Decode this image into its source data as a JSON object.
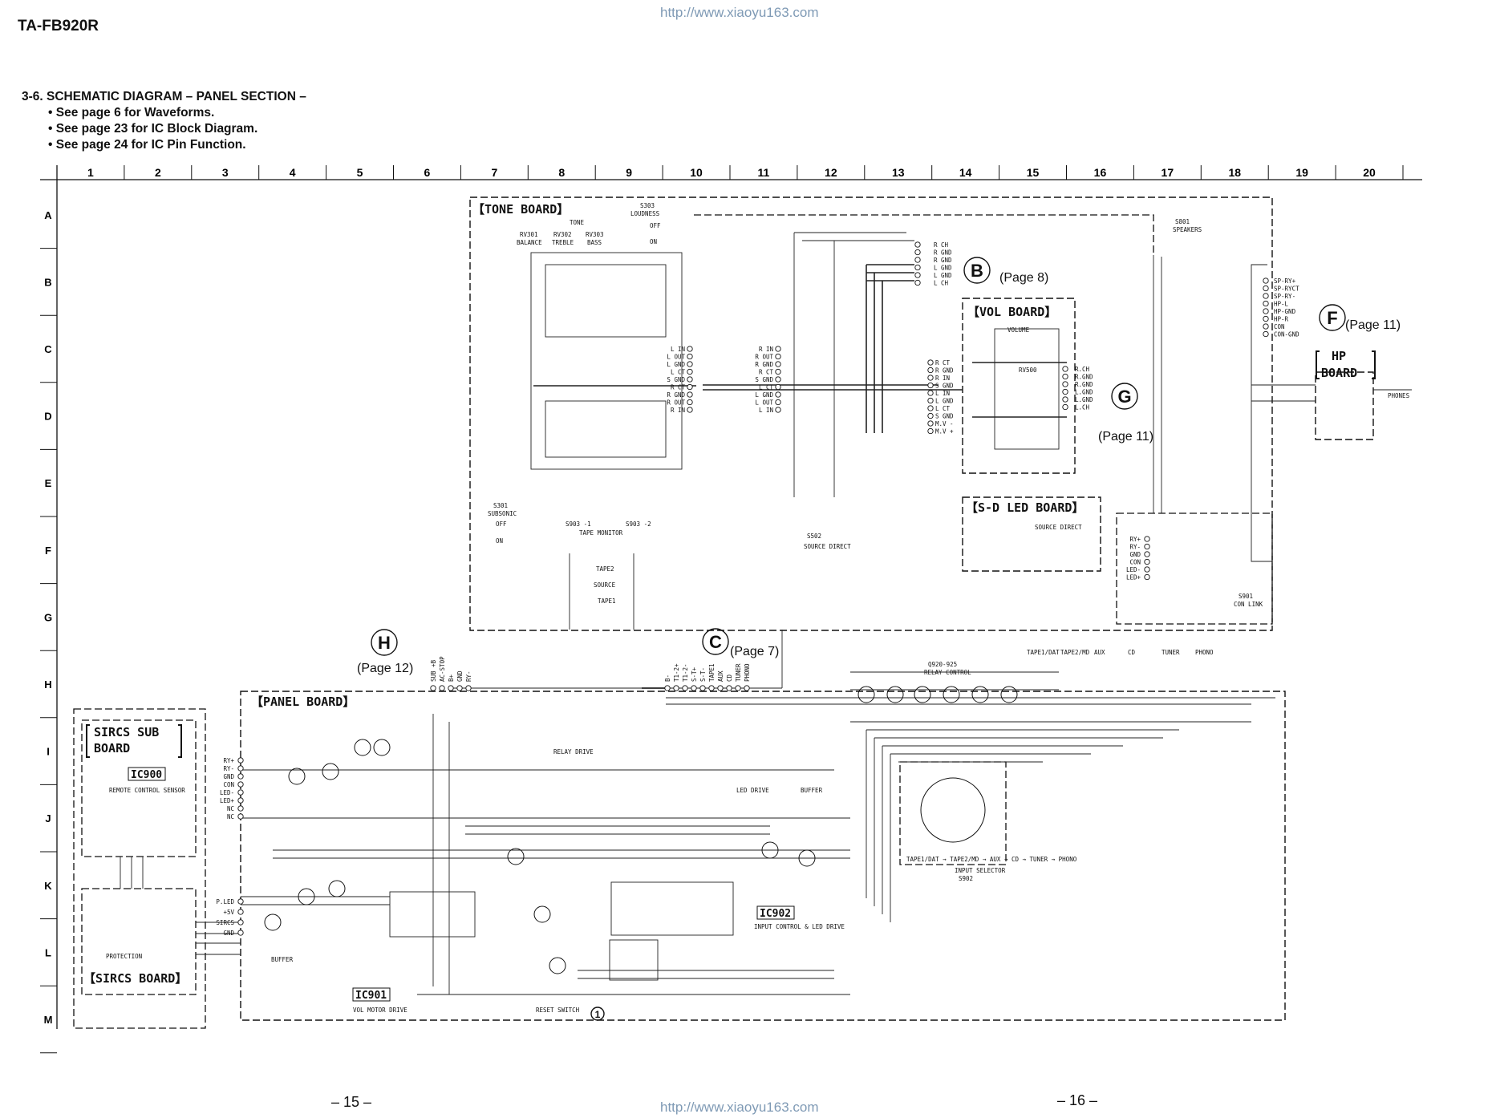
{
  "header": {
    "model": "TA-FB920R"
  },
  "watermark": {
    "url_top": "http://www.xiaoyu163.com",
    "url_bottom": "http://www.xiaoyu163.com"
  },
  "section": {
    "title": "3-6. SCHEMATIC DIAGRAM – PANEL SECTION –",
    "notes": [
      "• See page 6 for Waveforms.",
      "• See page 23 for IC Block Diagram.",
      "• See page 24 for IC Pin Function."
    ]
  },
  "grid": {
    "columns": [
      "1",
      "2",
      "3",
      "4",
      "5",
      "6",
      "7",
      "8",
      "9",
      "10",
      "11",
      "12",
      "13",
      "14",
      "15",
      "16",
      "17",
      "18",
      "19",
      "20"
    ],
    "rows": [
      "A",
      "B",
      "C",
      "D",
      "E",
      "F",
      "G",
      "H",
      "I",
      "J",
      "K",
      "L",
      "M"
    ]
  },
  "boards": {
    "tone": "【TONE BOARD】",
    "vol": "【VOL BOARD】",
    "sd_led": "【S-D LED BOARD】",
    "panel": "【PANEL BOARD】",
    "sircs_sub_1": "SIRCS SUB",
    "sircs_sub_2": "BOARD",
    "sircs": "【SIRCS BOARD】",
    "hp_1": "HP",
    "hp_2": "BOARD"
  },
  "connectors": {
    "B": {
      "letter": "B",
      "page": "(Page 8)"
    },
    "F": {
      "letter": "F",
      "page": "(Page 11)"
    },
    "G": {
      "letter": "G",
      "page": "(Page 11)"
    },
    "C": {
      "letter": "C",
      "page": "(Page 7)"
    },
    "H": {
      "letter": "H",
      "page": "(Page 12)"
    },
    "one": "1"
  },
  "ics": {
    "ic900": "IC900",
    "ic901": "IC901",
    "ic902": "IC902"
  },
  "labels": {
    "loudness": "LOUDNESS",
    "tone": "TONE",
    "s303": "S303",
    "rv301": "RV301",
    "rv302": "RV302",
    "rv303": "RV303",
    "balance": "BALANCE",
    "treble": "TREBLE",
    "bass": "BASS",
    "off": "OFF",
    "on": "ON",
    "s301": "S301",
    "subsonic": "SUBSONIC",
    "tape_monitor": "TAPE MONITOR",
    "s903_1": "S903 -1",
    "s903_2": "S903 -2",
    "tape2": "TAPE2",
    "source": "SOURCE",
    "tape1": "TAPE1",
    "volume": "VOLUME",
    "rv500": "RV500",
    "source_direct": "SOURCE DIRECT",
    "s502": "S502",
    "speakers": "SPEAKERS",
    "s801": "S801",
    "con_link": "CON LINK",
    "s901": "S901",
    "relay_control": "RELAY CONTROL",
    "q920_925": "Q920-925",
    "input_selector": "INPUT SELECTOR",
    "s902": "S902",
    "selector_seq": "TAPE1/DAT → TAPE2/MD → AUX → CD → TUNER → PHONO",
    "remote_sensor": "REMOTE CONTROL SENSOR",
    "protection": "PROTECTION",
    "buffer": "BUFFER",
    "led_drive": "LED DRIVE",
    "vol_motor_drive": "VOL MOTOR DRIVE",
    "reset_switch": "RESET SWITCH",
    "relay_drive": "RELAY DRIVE",
    "input_control": "INPUT CONTROL & LED DRIVE",
    "phones": "PHONES"
  },
  "func_labels": {
    "cn305": [
      "L IN",
      "L OUT",
      "L GND",
      "L CT",
      "S GND",
      "R CT",
      "R GND",
      "R OUT",
      "R IN"
    ],
    "cn304": [
      "R IN",
      "R OUT",
      "R GND",
      "R CT",
      "S GND",
      "L CT",
      "L GND",
      "L OUT",
      "L IN"
    ],
    "cn300": [
      "R CH",
      "R GND",
      "R GND",
      "L GND",
      "L GND",
      "L CH"
    ],
    "cn501": [
      "R CT",
      "R GND",
      "R IN",
      "S GND",
      "L IN",
      "L GND",
      "L CT",
      "S GND",
      "M.V -",
      "M.V +"
    ],
    "cn503": [
      "R.CH",
      "R.GND",
      "R.GND",
      "L.GND",
      "L.GND",
      "L.CH"
    ],
    "cn801": [
      "SP-RY+",
      "SP-RYCT",
      "SP-RY-",
      "HP-L",
      "HP-GND",
      "HP-R",
      "CON",
      "CON-GND"
    ],
    "cn901": [
      "RY+",
      "RY-",
      "GND",
      "CON",
      "LED-",
      "LED+"
    ],
    "cn903": [
      "RY+",
      "RY-",
      "GND",
      "CON",
      "LED-",
      "LED+",
      "NC",
      "NC"
    ],
    "cn905": [
      "SUB +B",
      "AC-STOP",
      "B+",
      "GND",
      "RY-"
    ],
    "cn904": [
      "B-",
      "T1-2+",
      "T1-2-",
      "S-T+",
      "S-T-",
      "TAPE1",
      "AUX",
      "CD",
      "TUNER",
      "PHONO"
    ],
    "selector_leds": [
      "TAPE1/DAT",
      "TAPE2/MD",
      "AUX",
      "CD",
      "TUNER",
      "PHONO"
    ],
    "sircs_pins": [
      "P.LED",
      "+5V",
      "SIRCS",
      "GND"
    ]
  },
  "footer": {
    "page_left": "– 15 –",
    "page_right": "– 16 –"
  }
}
